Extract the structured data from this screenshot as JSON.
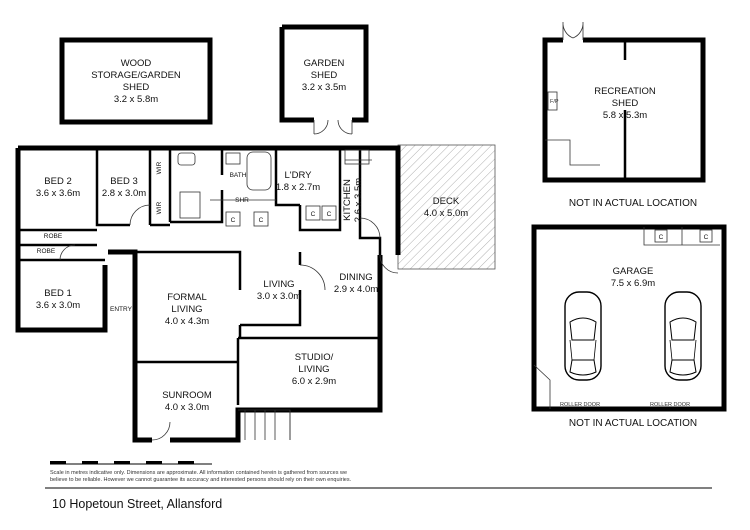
{
  "structures": {
    "wood_shed": {
      "name_lines": [
        "WOOD",
        "STORAGE/GARDEN",
        "SHED"
      ],
      "size": "3.2 x 5.8m"
    },
    "garden_shed": {
      "name_lines": [
        "GARDEN",
        "SHED"
      ],
      "size": "3.2 x 3.5m"
    },
    "recreation_shed": {
      "name_lines": [
        "RECREATION",
        "SHED"
      ],
      "size": "5.8 x 5.3m",
      "fp_label": "F/P"
    },
    "garage": {
      "name_lines": [
        "GARAGE"
      ],
      "size": "7.5 x 6.9m",
      "door_label": "ROLLER DOOR",
      "cupboard_label": "C"
    }
  },
  "rooms": {
    "bed2": {
      "name": "BED 2",
      "size": "3.6 x 3.6m"
    },
    "bed3": {
      "name": "BED 3",
      "size": "2.8 x 3.0m"
    },
    "bed1": {
      "name": "BED 1",
      "size": "3.6 x 3.0m"
    },
    "robe_label": "ROBE",
    "wir_label": "WIR",
    "bath_label": "BATH",
    "shr_label": "SHR",
    "laundry": {
      "name": "L'DRY",
      "size": "1.8 x 2.7m"
    },
    "kitchen": {
      "name": "KITCHEN",
      "size": "2.6 x 3.5m"
    },
    "cupboard_label": "C",
    "deck": {
      "name": "DECK",
      "size": "4.0 x 5.0m"
    },
    "dining": {
      "name": "DINING",
      "size": "2.9 x 4.0m"
    },
    "living": {
      "name": "LIVING",
      "size": "3.0 x 3.0m"
    },
    "formal_living": {
      "name_lines": [
        "FORMAL",
        "LIVING"
      ],
      "size": "4.0 x 4.3m"
    },
    "studio": {
      "name_lines": [
        "STUDIO/",
        "LIVING"
      ],
      "size": "6.0 x 2.9m"
    },
    "sunroom": {
      "name": "SUNROOM",
      "size": "4.0 x 3.0m"
    },
    "entry": "ENTRY"
  },
  "notes": {
    "not_actual_1": "NOT IN ACTUAL LOCATION",
    "not_actual_2": "NOT IN ACTUAL LOCATION",
    "disclaimer_1": "Scale in metres indicative only. Dimensions are approximate. All information contained herein is gathered from sources we",
    "disclaimer_2": "believe to be reliable. However we cannot guarantee its accuracy and interested persons should rely on their own enquiries.",
    "address": "10 Hopetoun Street, Allansford"
  },
  "colors": {
    "wall": "#000000",
    "deck_hatch": "#9a9a9a",
    "scale_bar": "#000000"
  }
}
